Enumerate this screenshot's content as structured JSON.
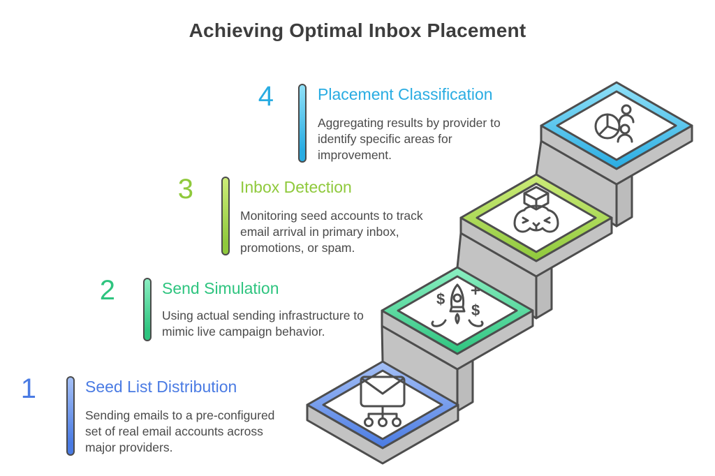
{
  "title": "Achieving Optimal Inbox Placement",
  "steps": [
    {
      "number": "1",
      "heading": "Seed List Distribution",
      "description": "Sending emails to a pre-configured set of real email accounts across major providers.",
      "color": "#4a7be3",
      "color_light": "#a5c0f6",
      "icon": "envelope-network-icon"
    },
    {
      "number": "2",
      "heading": "Send Simulation",
      "description": "Using actual sending infrastructure to mimic live campaign behavior.",
      "color": "#2ec47f",
      "color_light": "#8befc2",
      "icon": "rocket-dollar-icon"
    },
    {
      "number": "3",
      "heading": "Inbox Detection",
      "description": "Monitoring seed accounts to track email arrival in primary inbox, promotions, or spam.",
      "color": "#8fc93c",
      "color_light": "#cdec79",
      "icon": "open-box-detector-icon"
    },
    {
      "number": "4",
      "heading": "Placement Classification",
      "description": "Aggregating results by provider to identify specific areas for improvement.",
      "color": "#29ace2",
      "color_light": "#90e1f8",
      "icon": "pie-chart-people-icon"
    }
  ],
  "graphic": {
    "style": "isometric-staircase",
    "step_face_color": "#c3c3c3",
    "outline_color": "#4d4d4d",
    "icon_stroke_color": "#4d4d4d"
  }
}
